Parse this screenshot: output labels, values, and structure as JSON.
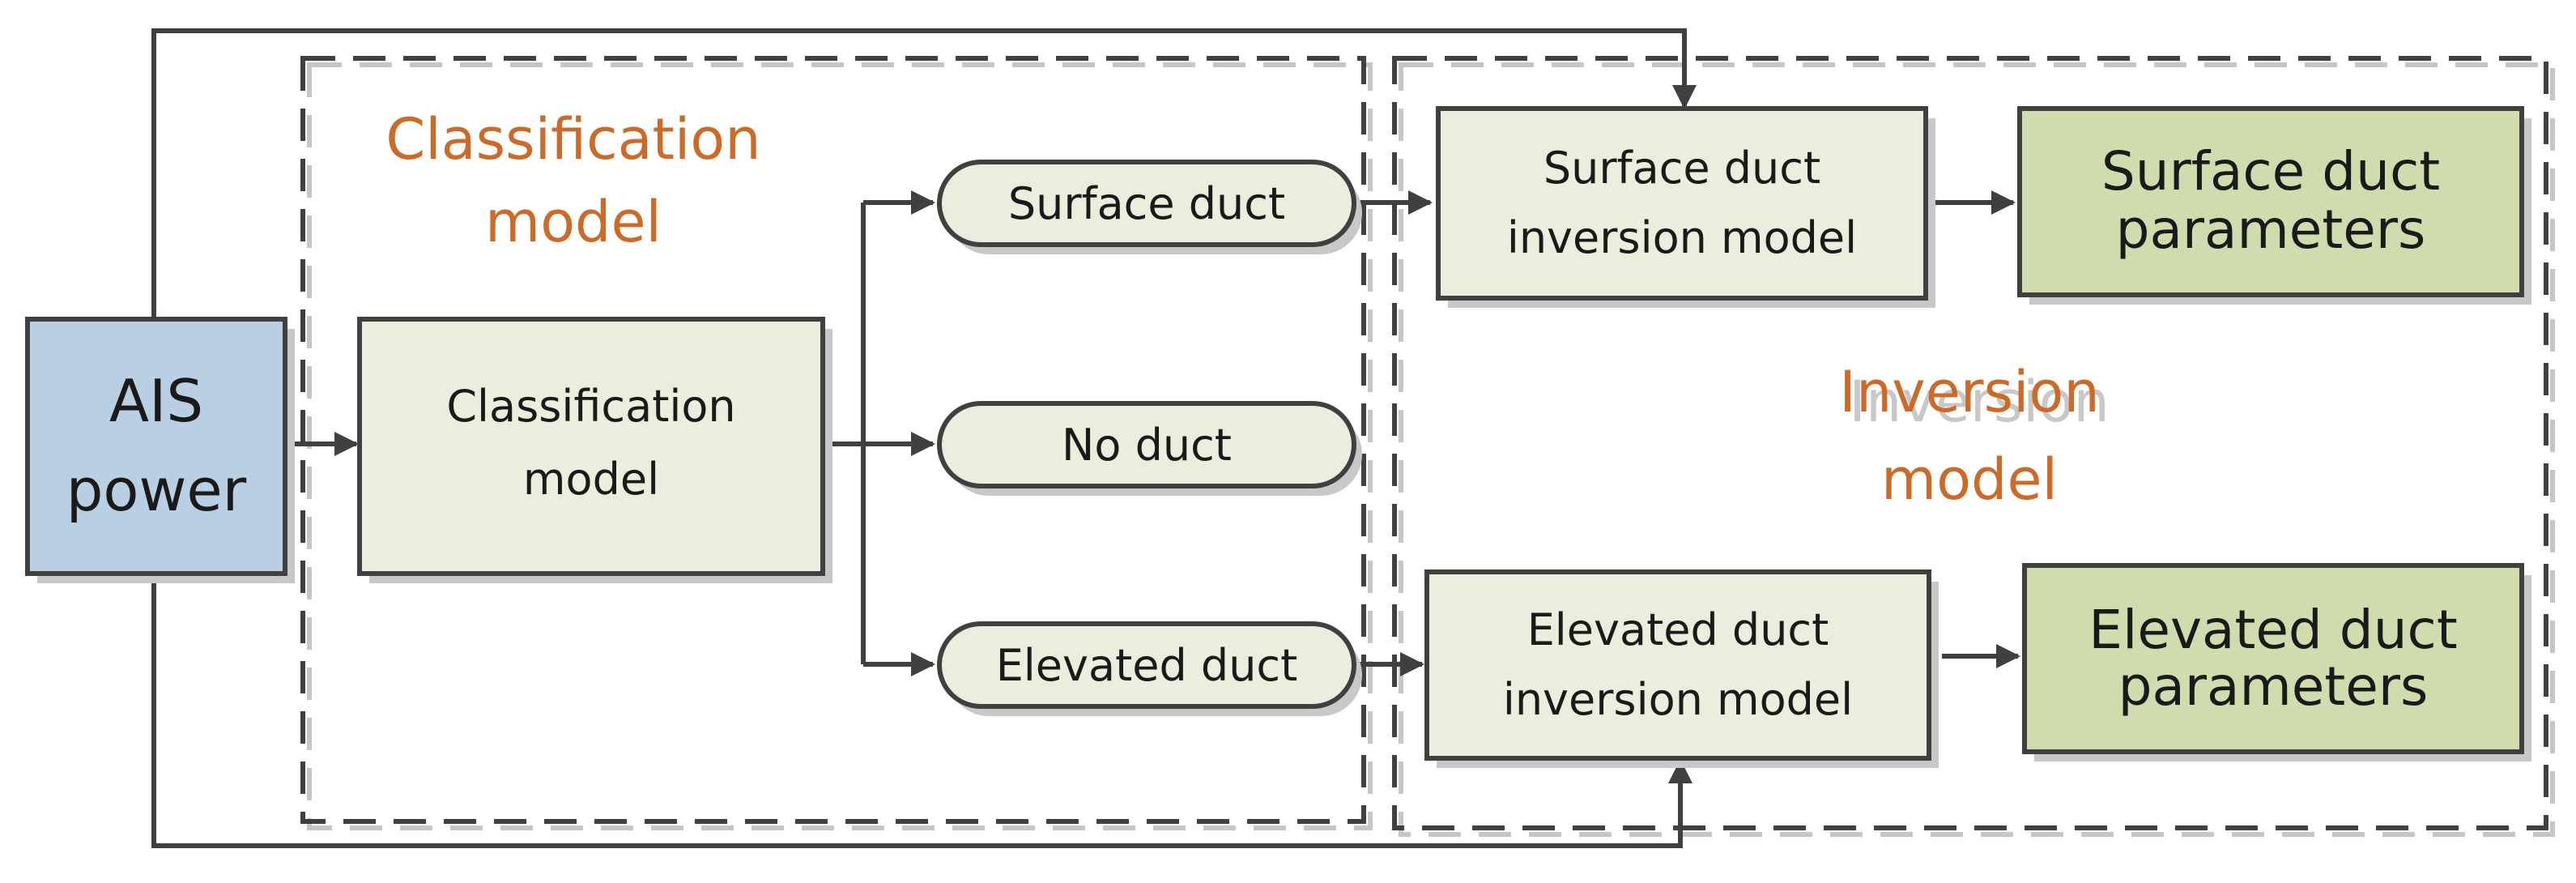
{
  "input": {
    "line1": "AIS",
    "line2": "power"
  },
  "classification_region": {
    "line1": "Classification",
    "line2": "model"
  },
  "classifier": {
    "line1": "Classification",
    "line2": "model"
  },
  "outcomes": {
    "surface": "Surface duct",
    "none": "No duct",
    "elevated": "Elevated duct"
  },
  "inversion_region": {
    "line1": "Inversion",
    "line2": "model"
  },
  "surface_inversion": {
    "line1": "Surface duct",
    "line2": "inversion model"
  },
  "elevated_inversion": {
    "line1": "Elevated duct",
    "line2": "inversion model"
  },
  "surface_params": {
    "line1": "Surface duct",
    "line2": "parameters"
  },
  "elevated_params": {
    "line1": "Elevated duct",
    "line2": "parameters"
  },
  "colors": {
    "input_fill": "#b9cfe4",
    "box_fill": "#e9efdc",
    "param_fill": "#d0dcad",
    "stroke": "#404040",
    "region_label": "#cc6b29"
  }
}
